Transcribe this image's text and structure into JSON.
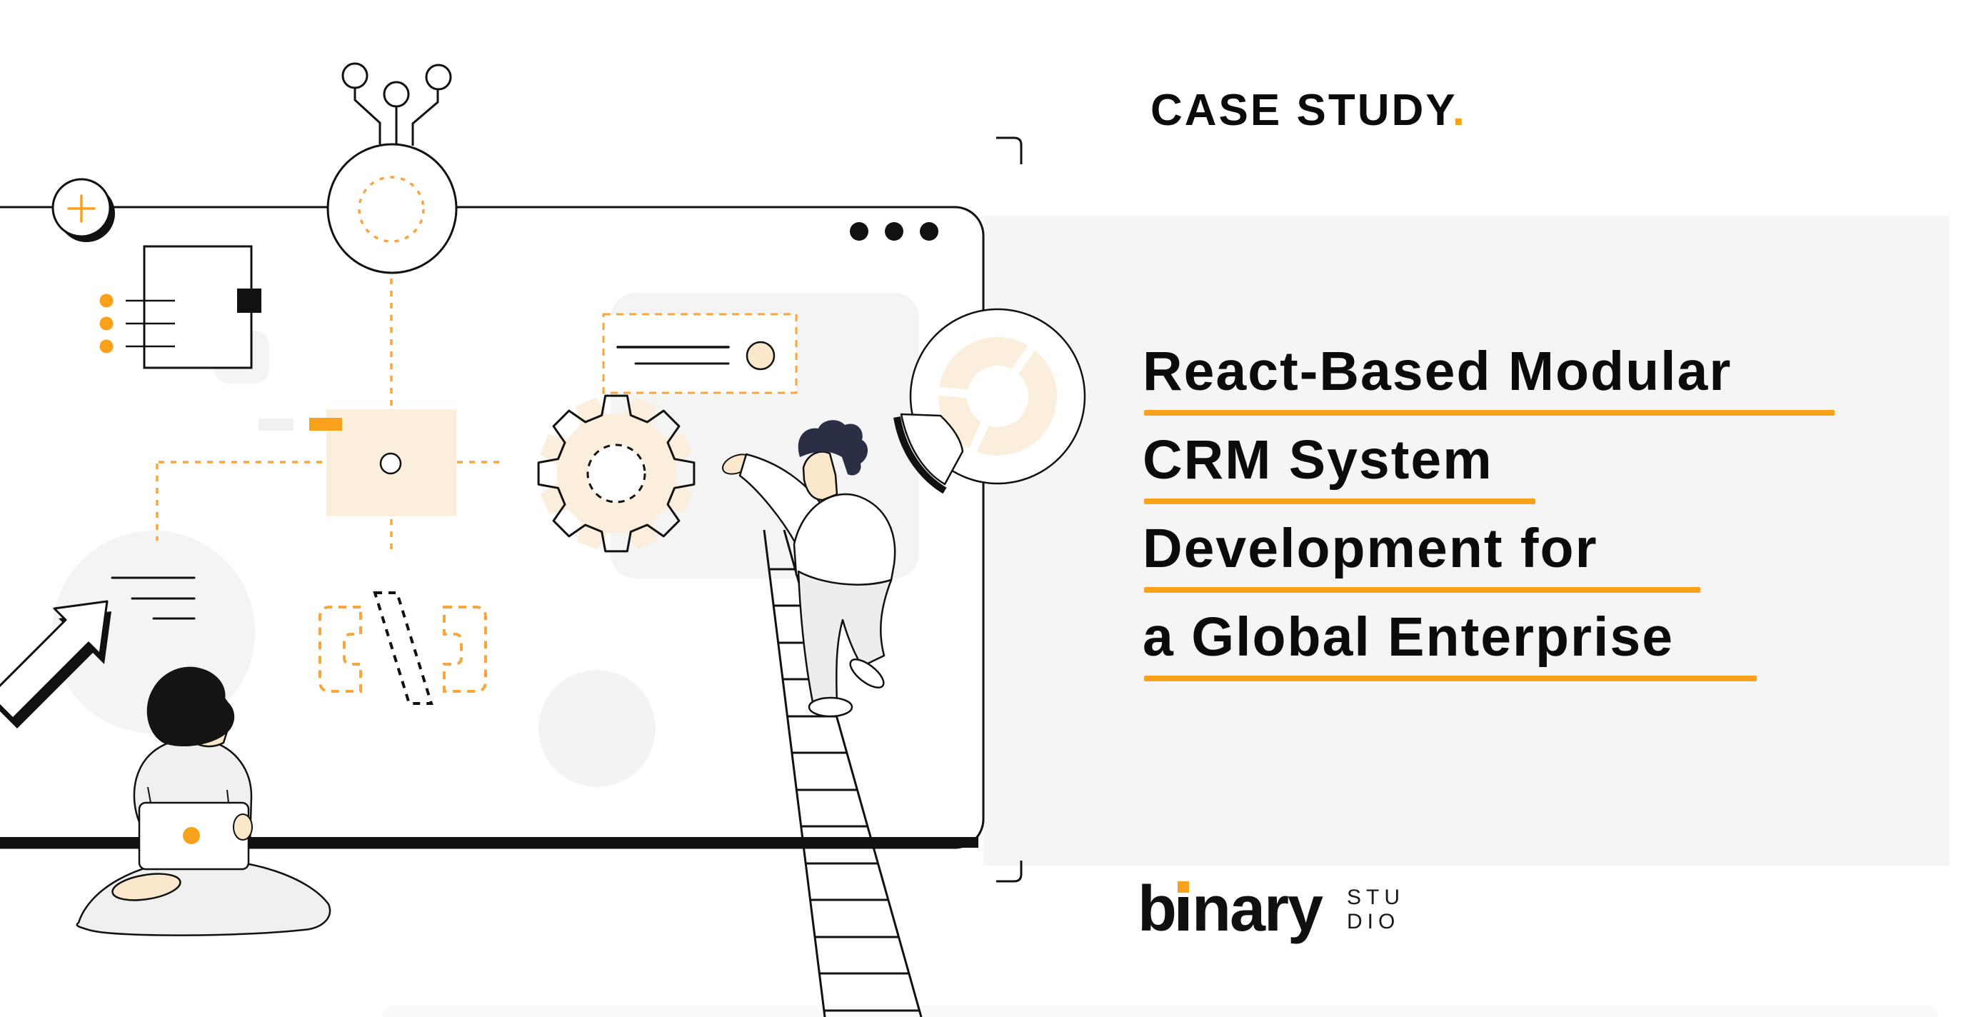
{
  "header": {
    "kicker": "CASE STUDY",
    "period": "."
  },
  "title": {
    "lines": [
      "React-Based Modular",
      "CRM System",
      "Development for",
      "a Global Enterprise"
    ]
  },
  "logo": {
    "brand_prefix": "b",
    "brand_suffix": "nary",
    "studio_line1": "STU",
    "studio_line2": "DIO"
  },
  "colors": {
    "accent_orange": "#F9A11B",
    "dashed_orange": "#F9A53E",
    "peach_fill": "#FCEEDC",
    "skin": "#FBE7CB",
    "panel_gray": "#F5F5F5",
    "light_gray": "#F0F0F0",
    "ink": "#0B0B0B",
    "hair_navy": "#2A2F45"
  },
  "icons": {
    "plus-icon": "circle with orange plus",
    "chip-icon": "document chip with orange dots",
    "node-icon": "circuit node circle with antennae",
    "target-icon": "dotted crosshair with circle",
    "code-brackets-icon": "dashed [ \\ ] brackets",
    "gear-icon": "eight tooth gear",
    "search-bar-icon": "dashed search field",
    "donut-chart-icon": "donut chart with wedge",
    "arrow-icon": "up-right 3d arrow",
    "ladder-icon": "leaning ladder",
    "laptop-icon": "laptop with orange dot",
    "window-dots-icon": "three window dots"
  }
}
